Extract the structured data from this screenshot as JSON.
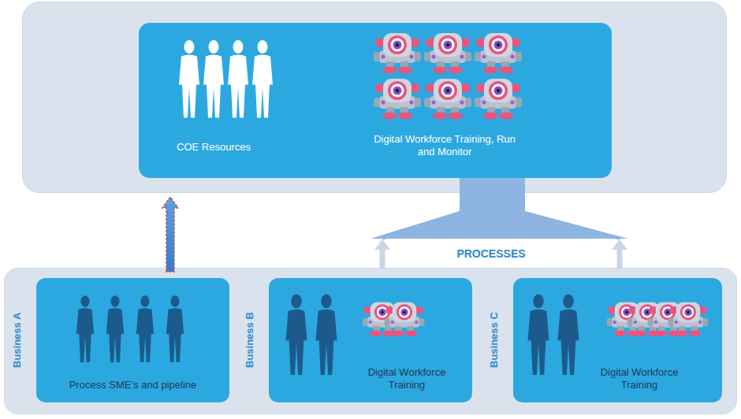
{
  "diagram": {
    "nodes": [
      {
        "text": []
      },
      {
        "text": [
          "COE Resources",
          "Digital Workforce Training, Run and Monitor"
        ],
        "in": 0
      },
      {
        "text": []
      },
      {
        "text": [
          "Business A",
          "Process SME’s and pipeline"
        ],
        "in": 2
      },
      {
        "text": [
          "Business B",
          "Digital Workforce Training"
        ],
        "in": 2
      },
      {
        "text": [
          "Business C",
          "Digital Workforce Training"
        ],
        "in": 2
      }
    ],
    "edges": [
      {
        "from": 3,
        "to": 0,
        "arrow": "to"
      },
      {
        "from": 4,
        "to": 1,
        "arrow": "to"
      },
      {
        "from": 5,
        "to": 1,
        "arrow": "to"
      }
    ],
    "labels": [
      "PROCESSES"
    ]
  }
}
